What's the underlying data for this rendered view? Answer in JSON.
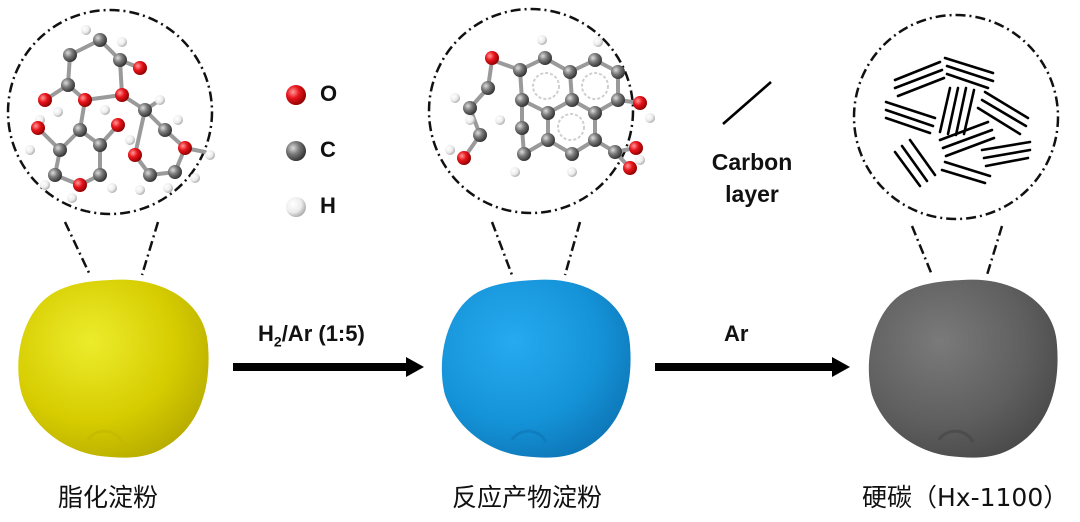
{
  "legend": {
    "items": [
      {
        "symbol": "O",
        "color": "#e8141b"
      },
      {
        "symbol": "C",
        "color": "#6f6f6f"
      },
      {
        "symbol": "H",
        "color": "#e6e6e6"
      }
    ]
  },
  "carbon_layer_legend": {
    "line1": "Carbon",
    "line2": "layer"
  },
  "stages": [
    {
      "label": "脂化淀粉",
      "color": "#dcd200"
    },
    {
      "label": "反应产物淀粉",
      "color": "#1597dd"
    },
    {
      "label": "硬碳（Hx-1100）",
      "color": "#616161"
    }
  ],
  "arrows": [
    {
      "label_main": "H",
      "label_sub": "2",
      "label_rest": "/Ar (1:5)"
    },
    {
      "label": "Ar"
    }
  ]
}
